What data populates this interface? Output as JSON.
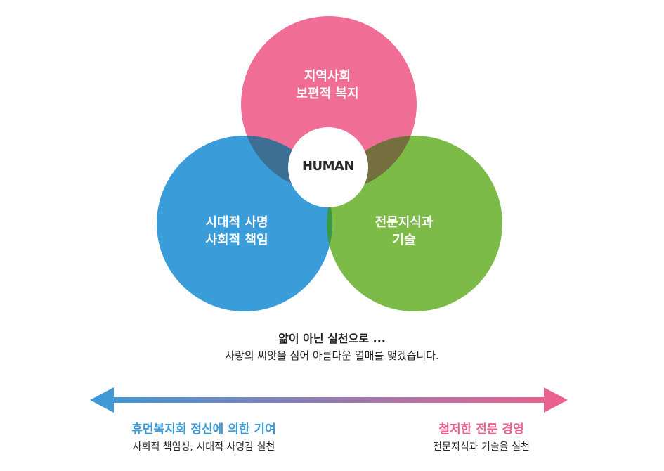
{
  "diagram": {
    "circles": {
      "top": {
        "lines": [
          "지역사회",
          "보편적 복지"
        ],
        "color": "#f06e96"
      },
      "left": {
        "lines": [
          "시대적 사명",
          "사회적 책임"
        ],
        "color": "#3a9cd8"
      },
      "right": {
        "lines": [
          "전문지식과",
          "기술"
        ],
        "color": "#7cbb48"
      }
    },
    "center": "HUMAN",
    "overlap_colors": {
      "top_left": "#3c6f93",
      "top_right": "#756e3e",
      "left_right": "#369a48"
    }
  },
  "message": {
    "line1": "앎이 아닌 실천으로 ...",
    "line2": "사랑의 씨앗을 심어 아름다운 열매를 맺겠습니다."
  },
  "arrow": {
    "start_color": "#3a9ad8",
    "end_color": "#ee5f8c"
  },
  "captions": {
    "left": {
      "title": "휴먼복지회 정신에 의한 기여",
      "subtitle": "사회적 책임성, 시대적 사명감 실천"
    },
    "right": {
      "title": "철저한 전문 경영",
      "subtitle": "전문지식과 기술을 실천"
    }
  }
}
